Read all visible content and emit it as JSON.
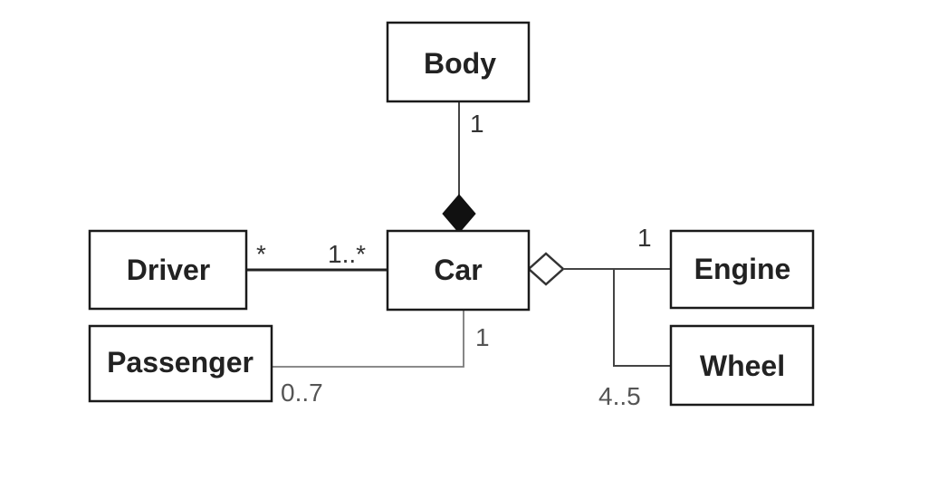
{
  "classes": {
    "body": "Body",
    "car": "Car",
    "driver": "Driver",
    "passenger": "Passenger",
    "engine": "Engine",
    "wheel": "Wheel"
  },
  "multiplicities": {
    "body_car": "1",
    "driver_side": "*",
    "car_driver_side": "1..*",
    "passenger_car_side": "1",
    "passenger_side": "0..7",
    "engine_side": "1",
    "wheel_side": "4..5"
  }
}
